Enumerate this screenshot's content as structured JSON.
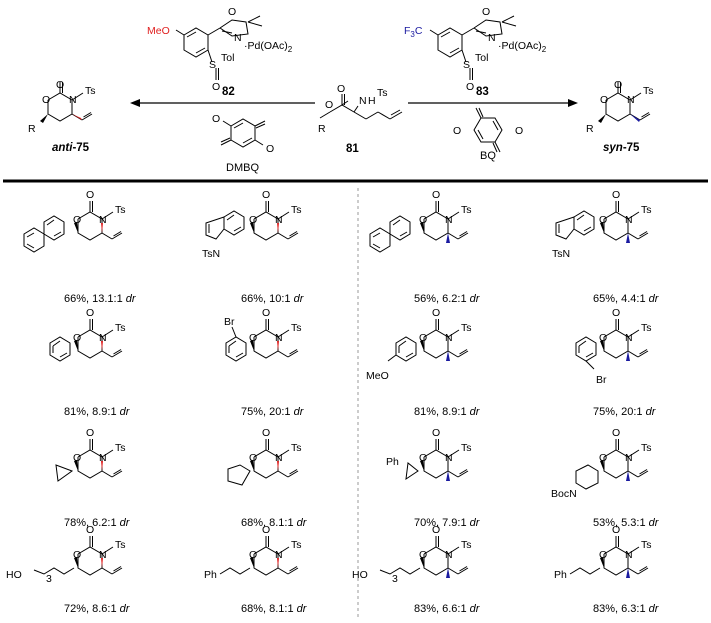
{
  "header": {
    "reagent_left": {
      "number": "82",
      "substituent": "MeO",
      "metal": "·Pd(OAc)",
      "metal_sub": "2",
      "sulfoxide": "Tol",
      "s": "S",
      "o": "O"
    },
    "reagent_right": {
      "number": "83",
      "substituent": "F",
      "substituent_sub": "3",
      "substituent_c": "C",
      "metal": "·Pd(OAc)",
      "metal_sub": "2",
      "sulfoxide": "Tol",
      "s": "S",
      "o": "O"
    },
    "substrate": {
      "number": "81",
      "ts": "Ts",
      "nh": "H"
    },
    "quinone_left": "DMBQ",
    "quinone_right": "BQ",
    "product_left": {
      "prefix": "anti",
      "number": "-75"
    },
    "product_right": {
      "prefix": "syn",
      "number": "-75"
    }
  },
  "atoms": {
    "O": "O",
    "N": "N",
    "R": "R",
    "Ts": "Ts",
    "Br": "Br",
    "Ph": "Ph",
    "HO": "HO",
    "MeO": "MeO",
    "Boc": "BocN",
    "TsN": "TsN",
    "sub3": "3"
  },
  "yields": [
    {
      "text": "66%, 13.1:1 ",
      "dr": "dr"
    },
    {
      "text": "66%, 10:1 ",
      "dr": "dr"
    },
    {
      "text": "56%, 6.2:1 ",
      "dr": "dr"
    },
    {
      "text": "65%, 4.4:1 ",
      "dr": "dr"
    },
    {
      "text": "81%, 8.9:1 ",
      "dr": "dr"
    },
    {
      "text": "75%, 20:1 ",
      "dr": "dr"
    },
    {
      "text": "81%, 8.9:1 ",
      "dr": "dr"
    },
    {
      "text": "75%, 20:1 ",
      "dr": "dr"
    },
    {
      "text": "78%, 6.2:1 ",
      "dr": "dr"
    },
    {
      "text": "68%, 8.1:1 ",
      "dr": "dr"
    },
    {
      "text": "70%, 7.9:1 ",
      "dr": "dr"
    },
    {
      "text": "53%, 5.3:1 ",
      "dr": "dr"
    },
    {
      "text": "72%, 8.6:1 ",
      "dr": "dr"
    },
    {
      "text": "68%, 8.1:1 ",
      "dr": "dr"
    },
    {
      "text": "83%, 6.6:1 ",
      "dr": "dr"
    },
    {
      "text": "83%, 6.3:1 ",
      "dr": "dr"
    }
  ],
  "colors": {
    "bond": "#000000",
    "anti_stereo": "#e02020",
    "syn_stereo": "#1a1aa0",
    "meo_red": "#e02020",
    "cf3_blue": "#1a1aa0",
    "divider": "#999999"
  }
}
